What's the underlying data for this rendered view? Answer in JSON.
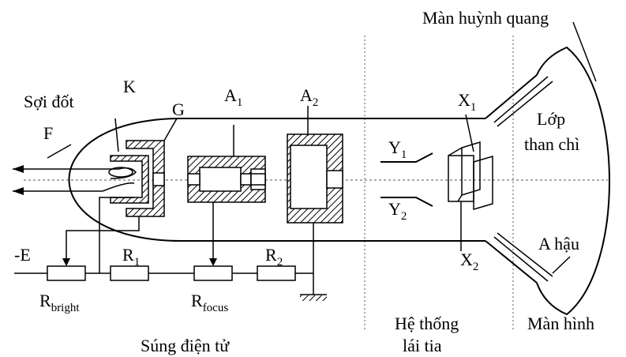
{
  "labels": {
    "screen_phosphor": "Màn huỳnh quang",
    "filament": "Sợi đốt",
    "filament_letter": "F",
    "cathode": "K",
    "grid": "G",
    "anode1": "A",
    "anode1_sub": "1",
    "anode2": "A",
    "anode2_sub": "2",
    "x1": "X",
    "x1_sub": "1",
    "x2": "X",
    "x2_sub": "2",
    "y1": "Y",
    "y1_sub": "1",
    "y2": "Y",
    "y2_sub": "2",
    "graphite_line1": "Lớp",
    "graphite_line2": "than chì",
    "rear_anode": "A hậu",
    "neg_e": "-E",
    "r1": "R",
    "r1_sub": "1",
    "r2": "R",
    "r2_sub": "2",
    "r_bright": "R",
    "r_bright_sub": "bright",
    "r_focus": "R",
    "r_focus_sub": "focus",
    "deflection_line1": "Hệ thống",
    "deflection_line2": "lái tia",
    "screen": "Màn hình",
    "electron_gun": "Súng điện tử"
  }
}
